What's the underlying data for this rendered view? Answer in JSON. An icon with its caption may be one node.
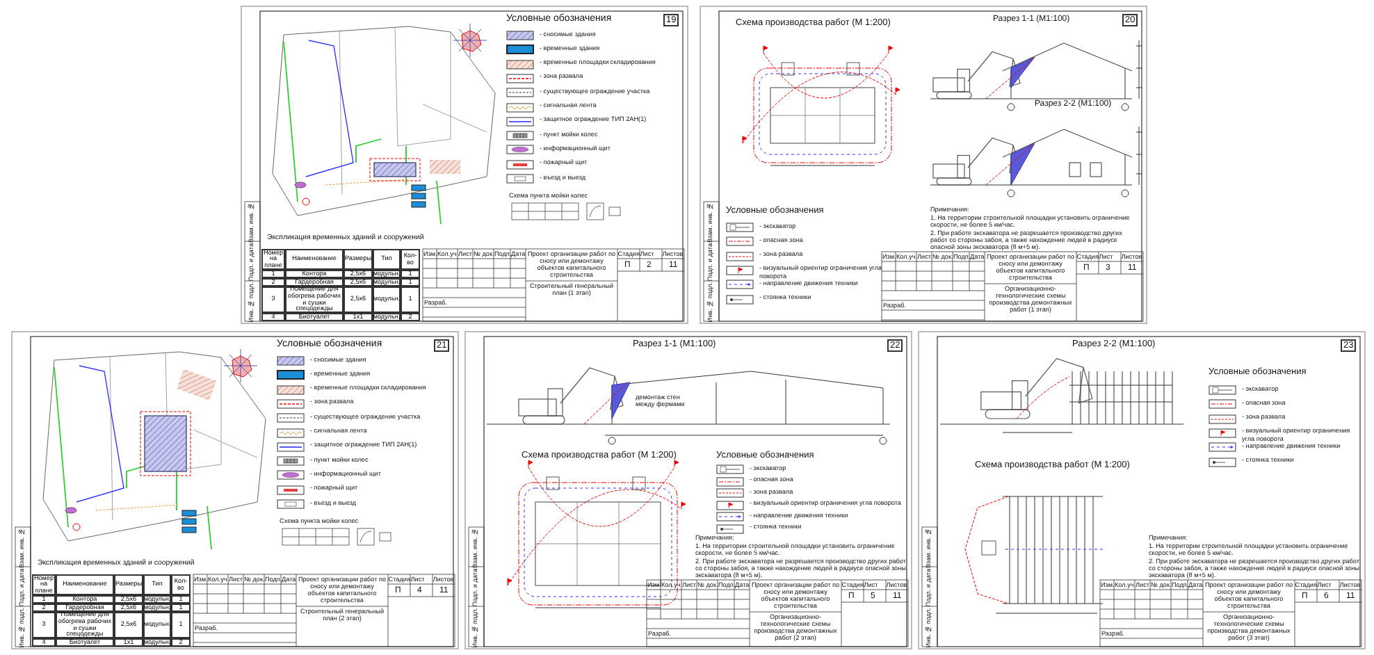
{
  "diagram": {
    "labels": [
      "Условные обозначения",
      "19",
      "Схема пункта мойки колес",
      "Экспликация временных зданий и сооружений",
      "Номер на плане",
      "Наименование",
      "Размеры",
      "Тип",
      "Кол-во",
      "1",
      "Контора",
      "2,5х6",
      "модульн.",
      "1",
      "2",
      "Гардеробная",
      "2,5х6",
      "модульн.",
      "1",
      "3",
      "Помещение для обогрева рабочих и сушки спецодежды",
      "2,5х6",
      "модульн.",
      "1",
      "4",
      "Биотуалет",
      "1х1",
      "модульн.",
      "2",
      "Изм.",
      "Кол.уч",
      "Лист",
      "№ док.",
      "Подп.",
      "Дата",
      "Проект организации работ по сносу или демонтажу объектов капитального строительства",
      "Стадия",
      "Лист",
      "Листов",
      "П",
      "2",
      "11",
      "Строительный генеральный план (1 этап)",
      "Разраб.",
      "Взам. инв. №",
      "Подп. и дата",
      "Инв. № подл.",
      "Схема производства работ (М 1:200)",
      "Разрез 1-1 (М1:100)",
      "20",
      "Разрез 2-2 (М1:100)",
      "Условные обозначения",
      "Примечания:",
      "1. На территории строительной площадки установить ограничение скорости, не более 5 км/час.",
      "2. При работе экскаватора не разрешается производство других работ со стороны забоя, а также нахождение людей в радиусе опасной зоны экскаватора (8 м+5 м).",
      "Изм.",
      "Кол.уч",
      "Лист",
      "№ док.",
      "Подп.",
      "Дата",
      "Проект организации работ по сносу или демонтажу объектов капитального строительства",
      "Стадия",
      "Лист",
      "Листов",
      "П",
      "3",
      "11",
      "Организационно-технологические схемы производства демонтажных работ (1 этап)",
      "Разраб.",
      "Взам. инв. №",
      "Подп. и дата",
      "Инв. № подл.",
      "Условные обозначения",
      "21",
      "Схема пункта мойки колес",
      "Экспликация временных зданий и сооружений",
      "Номер на плане",
      "Наименование",
      "Размеры",
      "Тип",
      "Кол-во",
      "1",
      "Контора",
      "2,5х6",
      "модульн.",
      "1",
      "2",
      "Гардеробная",
      "2,5х6",
      "модульн.",
      "1",
      "3",
      "Помещение для обогрева рабочих и сушки спецодежды",
      "2,5х6",
      "модульн.",
      "1",
      "4",
      "Биотуалет",
      "1х1",
      "модульн.",
      "2",
      "Изм.",
      "Кол.уч",
      "Лист",
      "№ док.",
      "Подп.",
      "Дата",
      "Проект организации работ по сносу или демонтажу объектов капитального строительства",
      "Стадия",
      "Лист",
      "Листов",
      "П",
      "4",
      "11",
      "Строительный генеральный план (2 этап)",
      "Разраб.",
      "Взам. инв. №",
      "Подп. и дата",
      "Инв. № подл.",
      "Разрез 1-1 (М1:100)",
      "22",
      "демонтаж стен между фермами",
      "Схема производства работ (М 1:200)",
      "Условные обозначения",
      "Примечания:",
      "1. На территории строительной площадки установить ограничение скорости, не более 5 км/час.",
      "2. При работе экскаватора не разрешается производство других работ со стороны забоя, а также нахождение людей в радиусе опасной зоны экскаватора (8 м+5 м).",
      "Изм.",
      "Кол.уч",
      "Лист",
      "№ док.",
      "Подп.",
      "Дата",
      "Проект организации работ по сносу или демонтажу объектов капитального строительства",
      "Стадия",
      "Лист",
      "Листов",
      "П",
      "5",
      "11",
      "Организационно-технологические схемы производства демонтажных работ (2 этап)",
      "Разраб.",
      "Взам. инв. №",
      "Подп. и дата",
      "Инв. № подл.",
      "Разрез 2-2 (М1:100)",
      "23",
      "Условные обозначения",
      "Схема производства работ (М 1:200)",
      "Примечания:",
      "1. На территории строительной площадки установить ограничение скорости, не более 5 км/час.",
      "2. При работе экскаватора не разрешается производство других работ со стороны забоя, а также нахождение людей в радиусе опасной зоны экскаватора (8 м+5 м).",
      "Изм.",
      "Кол.уч",
      "Лист",
      "№ док.",
      "Подп.",
      "Дата",
      "Проект организации работ по сносу или демонтажу объектов капитального строительства",
      "Стадия",
      "Лист",
      "Листов",
      "П",
      "6",
      "11",
      "Организационно-технологические схемы производства демонтажных работ (3 этап)",
      "Разраб.",
      "Взам. инв. №",
      "Подп. и дата",
      "Инв. № подл."
    ],
    "legend": [
      {
        "text": "- сносимые здания"
      },
      {
        "text": "- временные здания",
        "color": "#1a8fd8"
      },
      {
        "text": "- временные площадки складирования"
      },
      {
        "text": "- зона развала"
      },
      {
        "text": "- существующее ограждение участка"
      },
      {
        "text": "- сигнальная лента"
      },
      {
        "text": "- защитное ограждение ТИП 2АН(1)"
      },
      {
        "text": "- пункт мойки колес"
      },
      {
        "text": "- информационный щит"
      },
      {
        "text": "- пожарный щит"
      },
      {
        "text": "- въезд и выезд"
      },
      {
        "text": "- экскаватор"
      },
      {
        "text": "- опасная зона"
      },
      {
        "text": "- зона развала"
      },
      {
        "text": "- визуальный ориентир ограничения угла поворота"
      },
      {
        "text": "- направление движения техники"
      },
      {
        "text": "- стоянка техники"
      },
      {
        "text": "- сносимые здания"
      },
      {
        "text": "- временные здания",
        "color": "#1a8fd8"
      },
      {
        "text": "- временные площадки складирования"
      },
      {
        "text": "- зона развала"
      },
      {
        "text": "- существующее ограждение участка"
      },
      {
        "text": "- сигнальная лента"
      },
      {
        "text": "- защитное ограждение ТИП 2АН(1)"
      },
      {
        "text": "- пункт мойки колес"
      },
      {
        "text": "- информационный щит"
      },
      {
        "text": "- пожарный щит"
      },
      {
        "text": "- въезд и выезд"
      },
      {
        "text": "- экскаватор"
      },
      {
        "text": "- опасная зона"
      },
      {
        "text": "- зона развала"
      },
      {
        "text": "- визуальный ориентир ограничения угла поворота"
      },
      {
        "text": "- направление движения техники"
      },
      {
        "text": "- стоянка техники"
      },
      {
        "text": "- экскаватор"
      },
      {
        "text": "- опасная зона"
      },
      {
        "text": "- зона развала"
      },
      {
        "text": "- визуальный ориентир ограничения угла поворота"
      },
      {
        "text": "- направление движения техники"
      },
      {
        "text": "- стоянка техники"
      }
    ]
  }
}
